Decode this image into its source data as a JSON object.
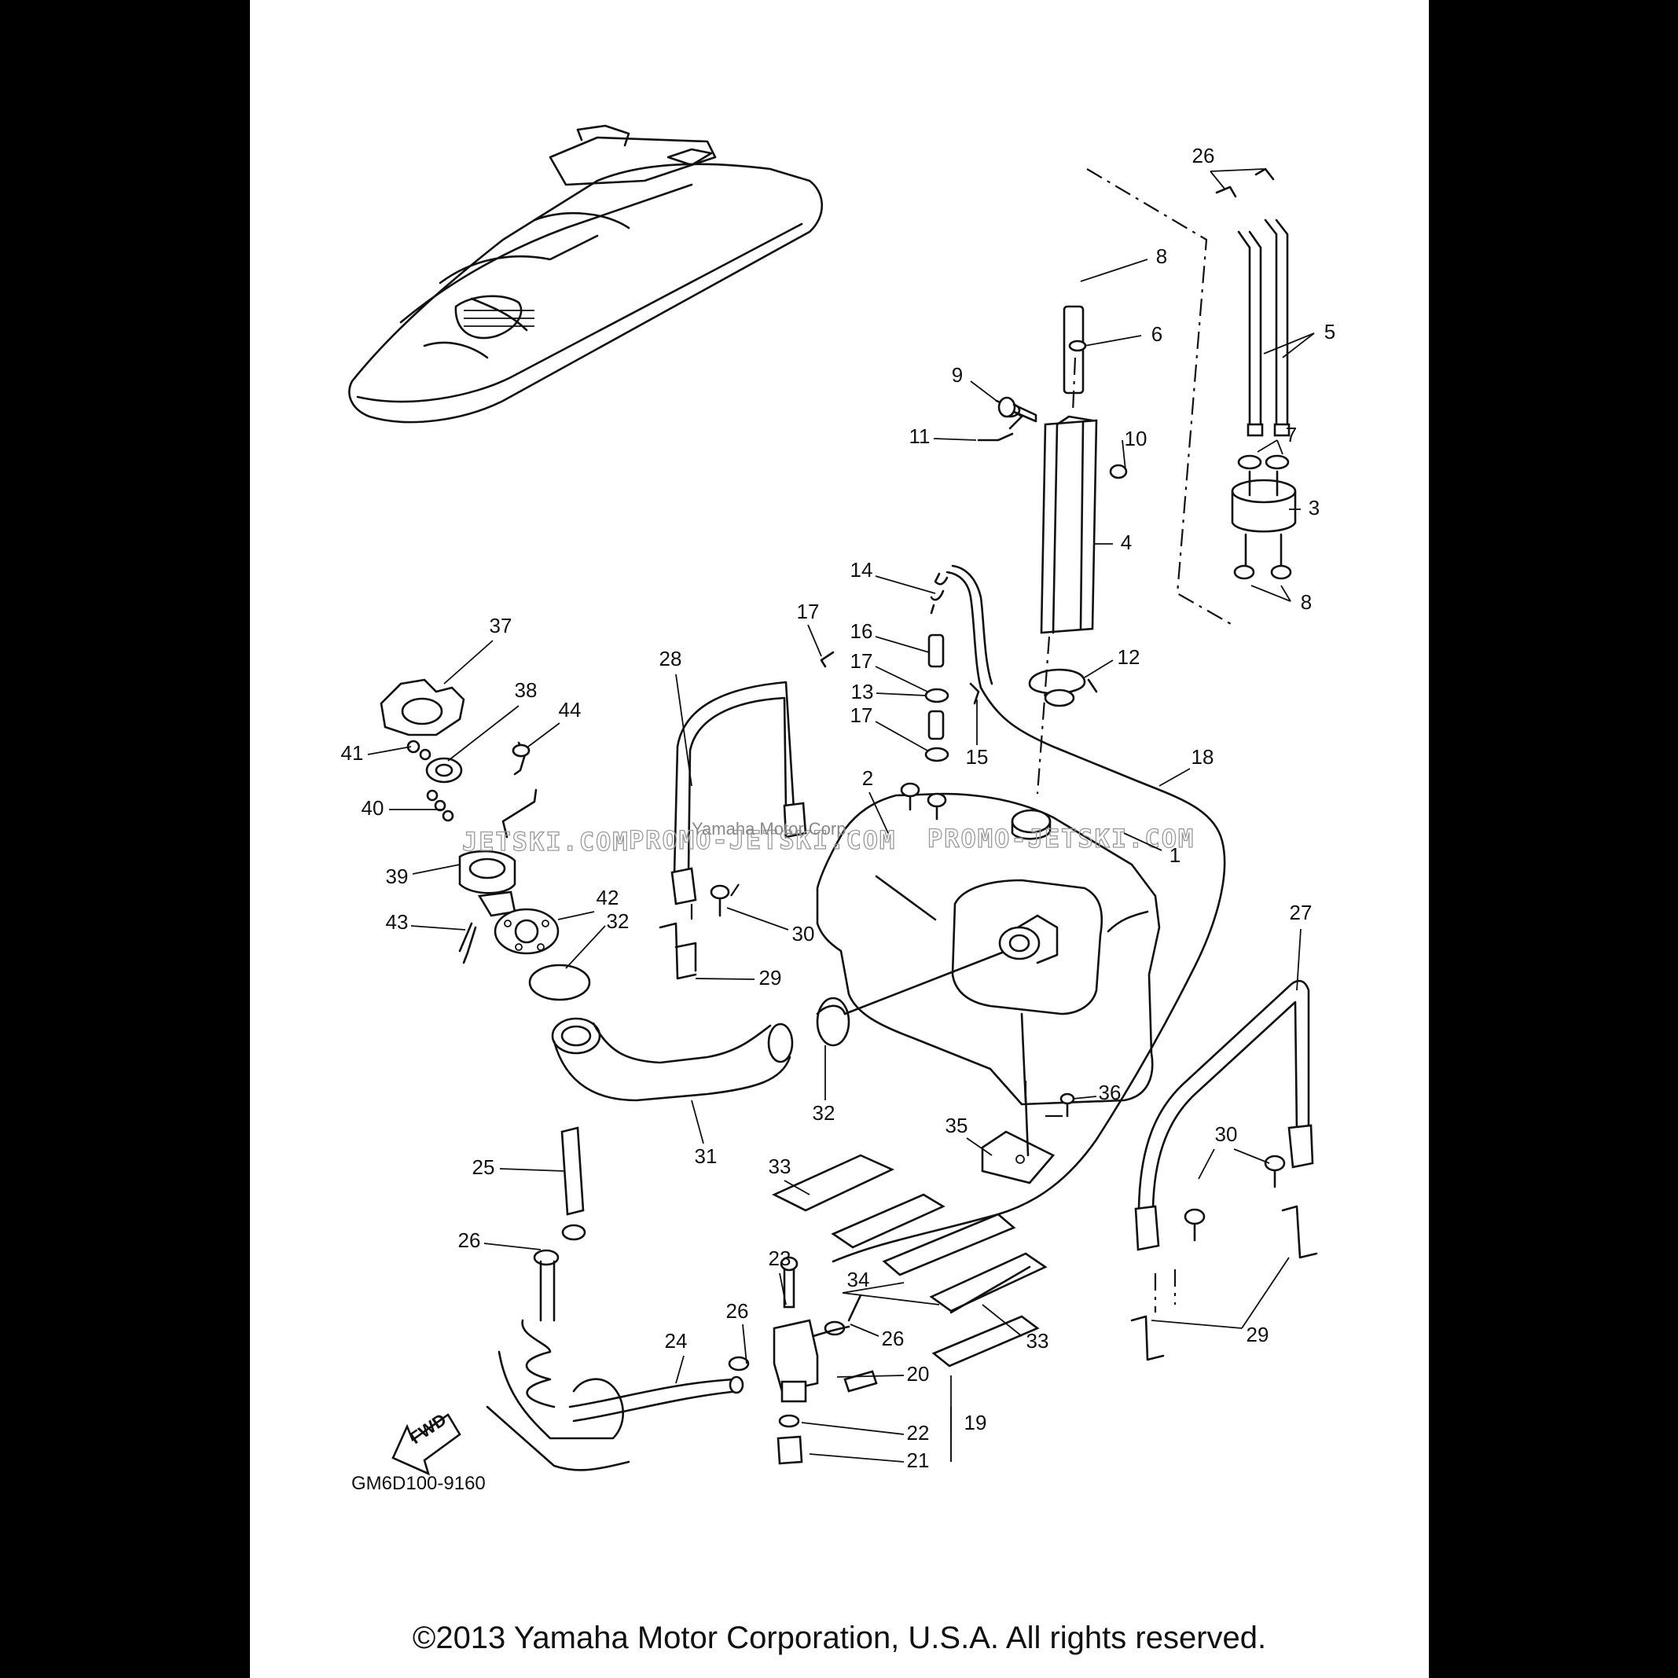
{
  "callouts": [
    "1",
    "2",
    "3",
    "4",
    "5",
    "6",
    "7",
    "8",
    "9",
    "10",
    "11",
    "12",
    "13",
    "14",
    "15",
    "16",
    "17",
    "18",
    "19",
    "20",
    "21",
    "22",
    "23",
    "24",
    "25",
    "26",
    "27",
    "28",
    "29",
    "30",
    "31",
    "32",
    "33",
    "34",
    "35",
    "36",
    "37",
    "38",
    "39",
    "40",
    "41",
    "42",
    "43",
    "44"
  ],
  "diagram_code": "GM6D100-9160",
  "fwd_label": "FWD",
  "watermark": {
    "left": "JETSKI.COM",
    "middle": "PROMO-JETSKI.COM",
    "right": "PROMO-JETSKI.COM",
    "vendor": "Yamaha Motor Corp."
  },
  "copyright": "©2013 Yamaha Motor Corporation, U.S.A. All rights reserved."
}
